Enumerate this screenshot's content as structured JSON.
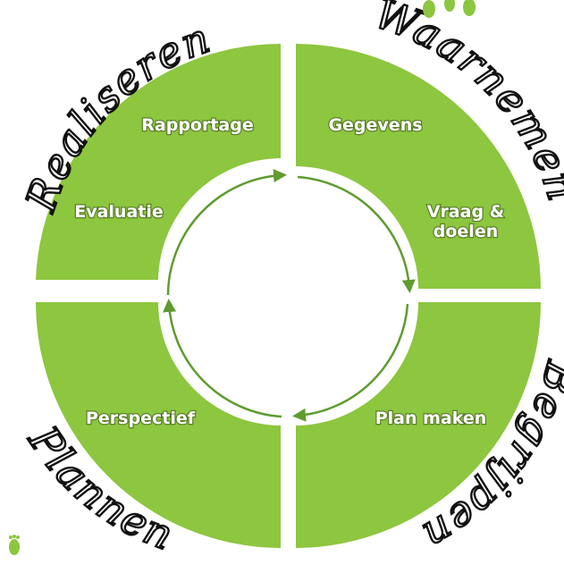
{
  "colors": {
    "segment": "#8dc63f",
    "arrow": "#5f9b2f",
    "background": "#ffffff",
    "text": "#ffffff",
    "script_text": "#111111"
  },
  "quadrants": {
    "top_left": {
      "labels": [
        "Rapportage",
        "Evaluatie"
      ]
    },
    "top_right": {
      "labels": [
        "Gegevens",
        "Vraag &",
        "doelen"
      ]
    },
    "bottom_right": {
      "labels": [
        "Plan maken"
      ]
    },
    "bottom_left": {
      "labels": [
        "Perspectief"
      ]
    }
  },
  "phases": {
    "top_left": "Realiseren",
    "top_right": "Waarnemen",
    "bottom_right": "Begrijpen",
    "bottom_left": "Plannen"
  },
  "icons": [
    "footprints-icon"
  ]
}
